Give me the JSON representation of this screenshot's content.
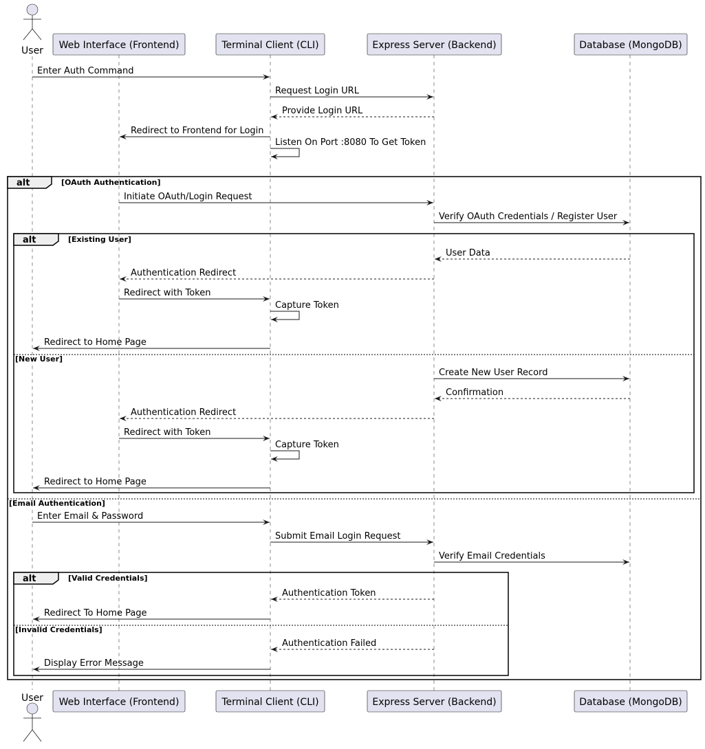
{
  "participants": [
    {
      "id": "user",
      "label": "User",
      "kind": "actor"
    },
    {
      "id": "web",
      "label": "Web Interface (Frontend)",
      "kind": "participant"
    },
    {
      "id": "cli",
      "label": "Terminal Client (CLI)",
      "kind": "participant"
    },
    {
      "id": "srv",
      "label": "Express Server (Backend)",
      "kind": "participant"
    },
    {
      "id": "db",
      "label": "Database (MongoDB)",
      "kind": "participant"
    }
  ],
  "messages": [
    {
      "from": "user",
      "to": "cli",
      "label": "Enter Auth Command",
      "style": "solid"
    },
    {
      "from": "cli",
      "to": "srv",
      "label": "Request Login URL",
      "style": "solid"
    },
    {
      "from": "srv",
      "to": "cli",
      "label": "Provide Login URL",
      "style": "dashed"
    },
    {
      "from": "cli",
      "to": "web",
      "label": "Redirect to Frontend for Login",
      "style": "solid"
    },
    {
      "from": "cli",
      "to": "cli",
      "label": "Listen On Port :8080 To Get Token",
      "style": "solid"
    },
    {
      "from": "web",
      "to": "srv",
      "label": "Initiate OAuth/Login Request",
      "style": "solid"
    },
    {
      "from": "srv",
      "to": "db",
      "label": "Verify OAuth Credentials / Register User",
      "style": "solid"
    },
    {
      "from": "db",
      "to": "srv",
      "label": "User Data",
      "style": "dashed"
    },
    {
      "from": "srv",
      "to": "web",
      "label": "Authentication Redirect",
      "style": "dashed"
    },
    {
      "from": "web",
      "to": "cli",
      "label": "Redirect with Token",
      "style": "solid"
    },
    {
      "from": "cli",
      "to": "cli",
      "label": "Capture Token",
      "style": "solid"
    },
    {
      "from": "cli",
      "to": "user",
      "label": "Redirect to Home Page",
      "style": "solid"
    },
    {
      "from": "srv",
      "to": "db",
      "label": "Create New User Record",
      "style": "solid"
    },
    {
      "from": "db",
      "to": "srv",
      "label": "Confirmation",
      "style": "dashed"
    },
    {
      "from": "srv",
      "to": "web",
      "label": "Authentication Redirect",
      "style": "dashed"
    },
    {
      "from": "web",
      "to": "cli",
      "label": "Redirect with Token",
      "style": "solid"
    },
    {
      "from": "cli",
      "to": "cli",
      "label": "Capture Token",
      "style": "solid"
    },
    {
      "from": "cli",
      "to": "user",
      "label": "Redirect to Home Page",
      "style": "solid"
    },
    {
      "from": "user",
      "to": "cli",
      "label": "Enter Email & Password",
      "style": "solid"
    },
    {
      "from": "cli",
      "to": "srv",
      "label": "Submit Email Login Request",
      "style": "solid"
    },
    {
      "from": "srv",
      "to": "db",
      "label": "Verify Email Credentials",
      "style": "solid"
    },
    {
      "from": "srv",
      "to": "cli",
      "label": "Authentication Token",
      "style": "dashed"
    },
    {
      "from": "cli",
      "to": "user",
      "label": "Redirect To Home Page",
      "style": "solid"
    },
    {
      "from": "srv",
      "to": "cli",
      "label": "Authentication Failed",
      "style": "dashed"
    },
    {
      "from": "cli",
      "to": "user",
      "label": "Display Error Message",
      "style": "solid"
    }
  ],
  "fragments": [
    {
      "keyword": "alt",
      "guard": "[OAuth Authentication]",
      "else_guard": "[Email Authentication]"
    },
    {
      "keyword": "alt",
      "guard": "[Existing User]",
      "else_guard": "[New User]"
    },
    {
      "keyword": "alt",
      "guard": "[Valid Credentials]",
      "else_guard": "[Invalid Credentials]"
    }
  ]
}
